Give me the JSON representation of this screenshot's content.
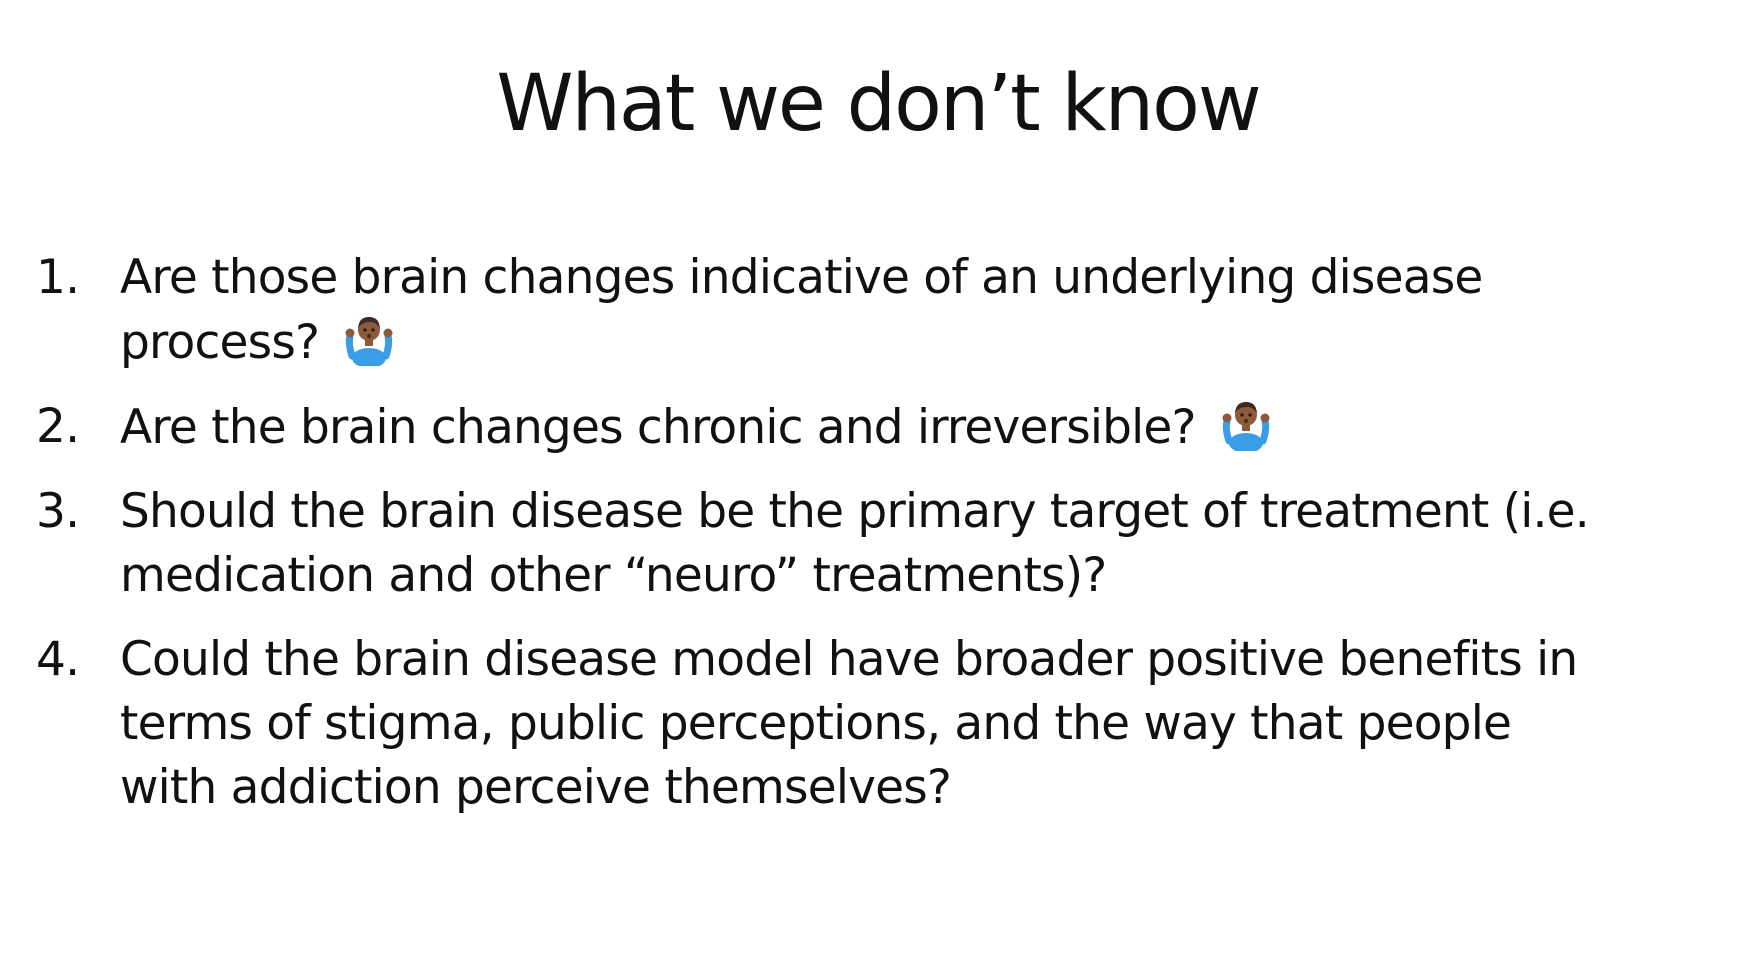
{
  "slide": {
    "title": "What we don’t know",
    "items": [
      {
        "number": "1.",
        "line1": "Are those brain changes indicative of an underlying disease",
        "line2": "process?",
        "emoji": "person-shrugging-icon"
      },
      {
        "number": "2.",
        "line1": "Are the brain changes chronic and irreversible?",
        "emoji": "person-shrugging-icon"
      },
      {
        "number": "3.",
        "line1": "Should the brain disease be the primary target of treatment (i.e.",
        "line2": "medication and other “neuro” treatments)?"
      },
      {
        "number": "4.",
        "line1": "Could the brain disease model have broader positive benefits in",
        "line2": "terms of stigma, public perceptions, and the way that people",
        "line3": "with addiction perceive themselves?"
      }
    ]
  },
  "colors": {
    "text": "#111111",
    "background": "#ffffff",
    "emoji_shirt": "#3a9ee6",
    "emoji_skin": "#8d5a3b",
    "emoji_hair": "#3b2a22"
  }
}
